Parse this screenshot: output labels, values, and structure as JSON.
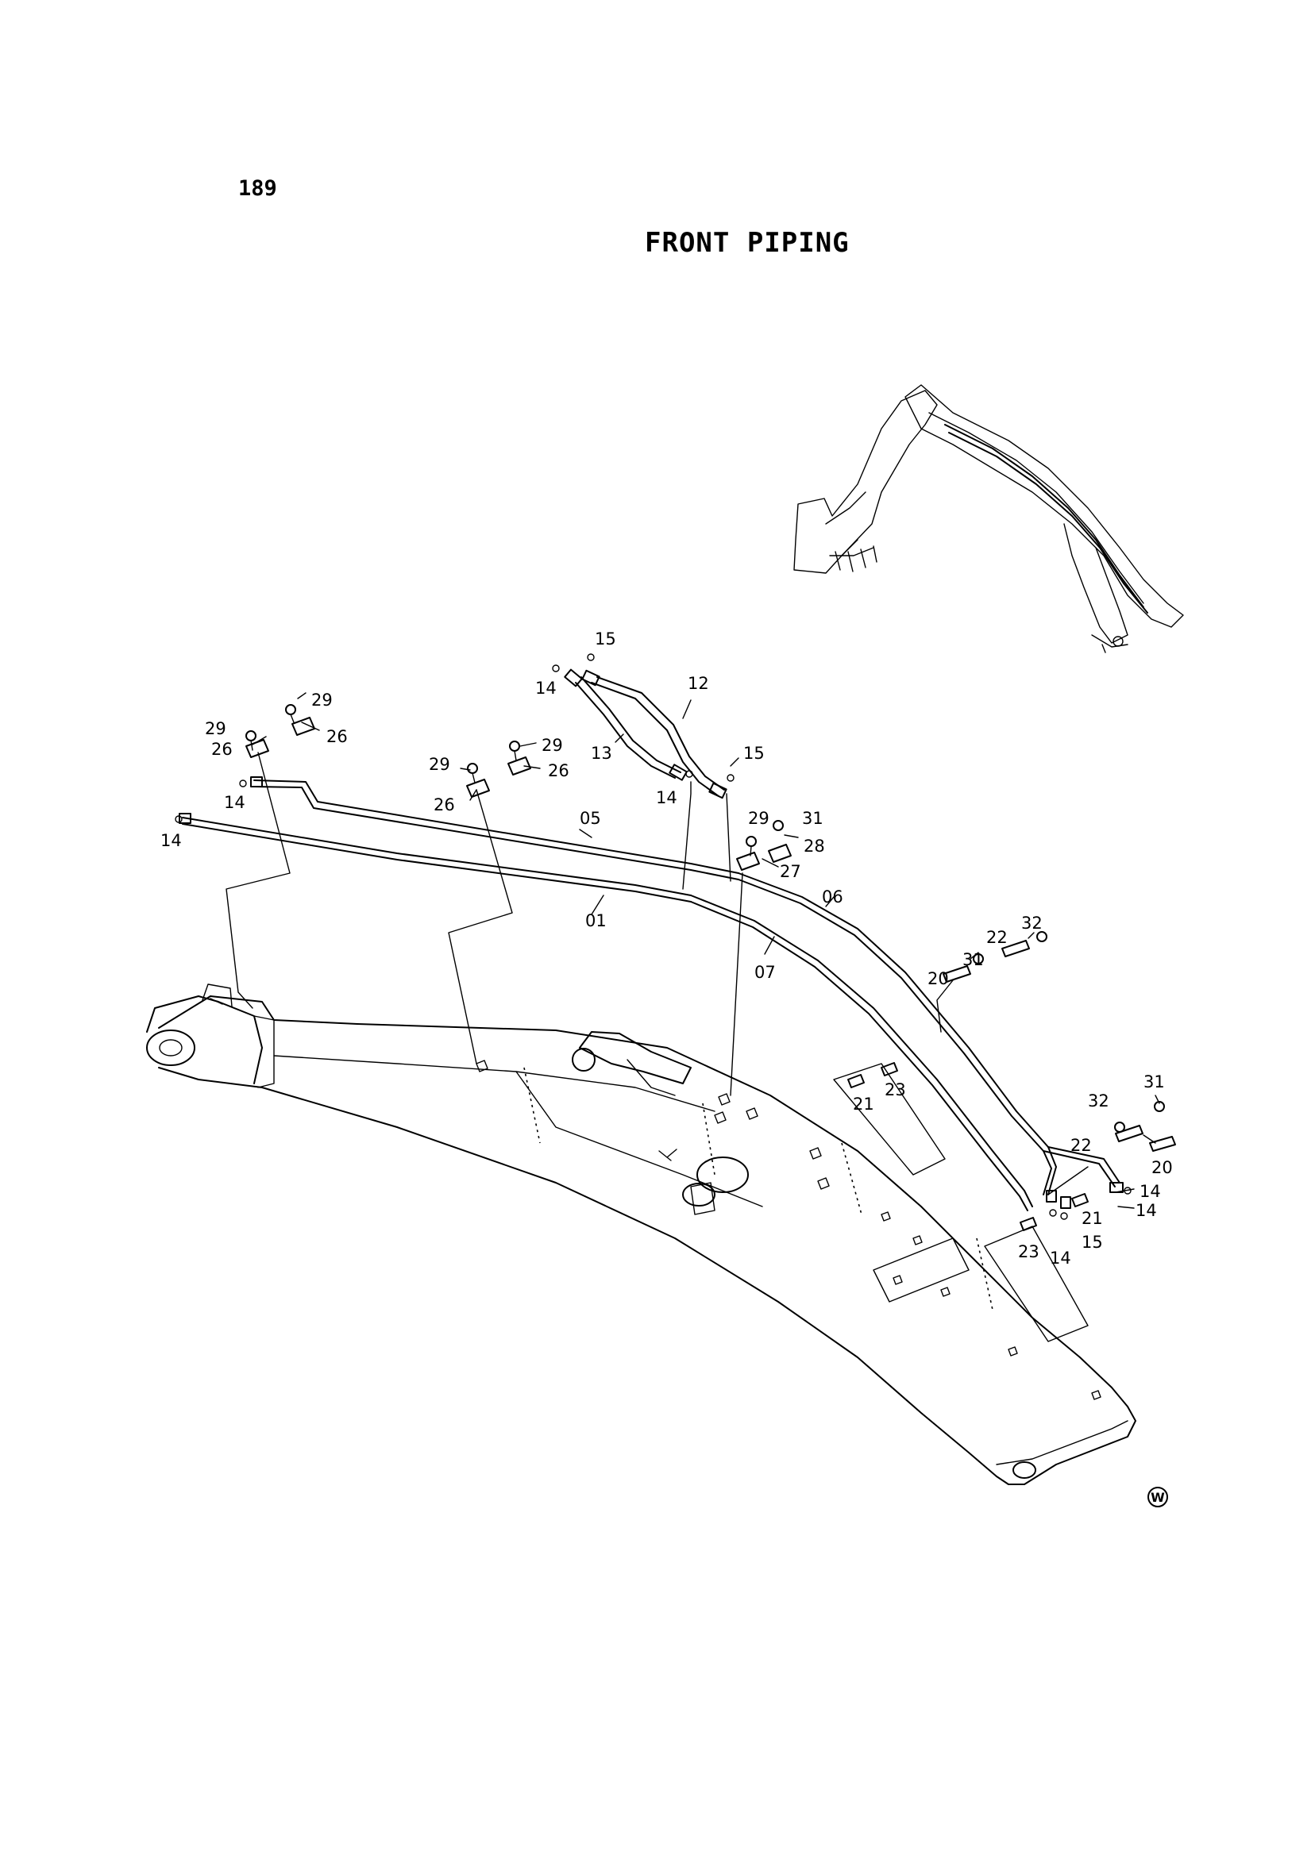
{
  "page_number": "189",
  "title": "FRONT PIPING",
  "watermark": "W",
  "callouts": {
    "c15a": "15",
    "c14a": "14",
    "c12": "12",
    "c13": "13",
    "c15b": "15",
    "c14b": "14",
    "c29a": "29",
    "c26a": "26",
    "c29b": "29",
    "c26b": "26",
    "c29c": "29",
    "c26c": "26",
    "c29d": "29",
    "c26d": "26",
    "c14c": "14",
    "c14d": "14",
    "c05": "05",
    "c01": "01",
    "c29e": "29",
    "c31a": "31",
    "c28": "28",
    "c27": "27",
    "c06": "06",
    "c07": "07",
    "c22a": "22",
    "c32a": "32",
    "c31b": "31",
    "c20a": "20",
    "c21a": "21",
    "c23a": "23",
    "c31c": "31",
    "c32b": "32",
    "c22b": "22",
    "c20b": "20",
    "c14e": "14",
    "c14f": "14",
    "c21b": "21",
    "c15c": "15",
    "c23b": "23",
    "c14g": "14"
  }
}
